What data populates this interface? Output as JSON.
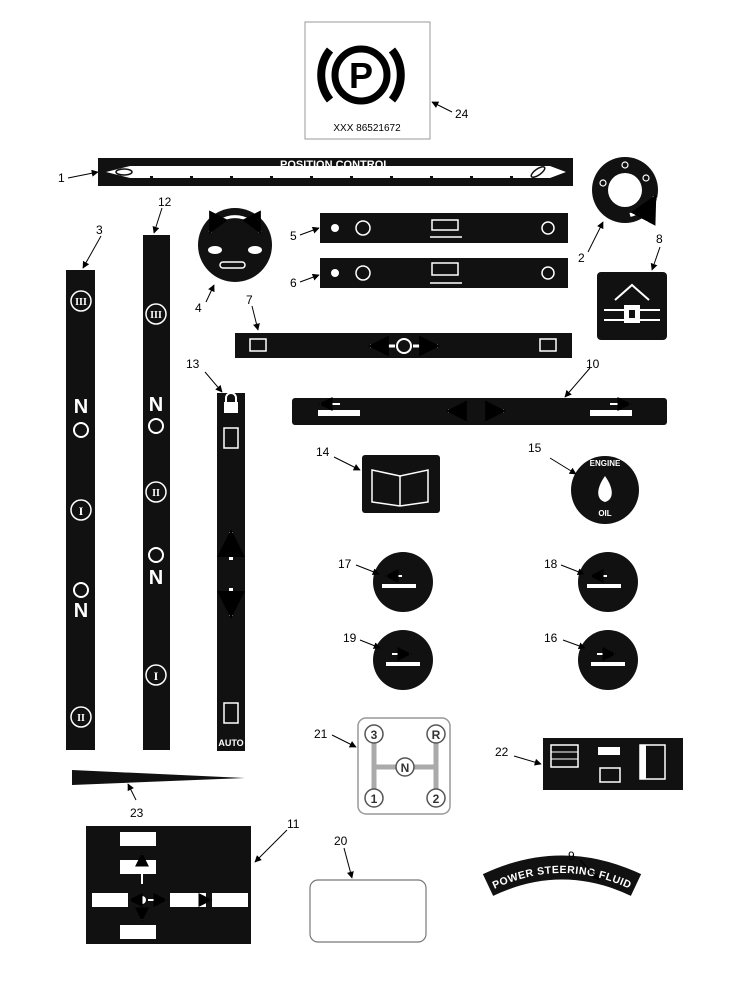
{
  "colors": {
    "decal": "#111111",
    "ink": "#000000",
    "paper": "#ffffff",
    "grey": "#bbbbbb"
  },
  "decals": {
    "parking_brake": {
      "symbol": "P",
      "code": "XXX   86521672"
    },
    "position_control": {
      "text": "POSITION CONTROL"
    },
    "engine_oil": {
      "top": "ENGINE",
      "bottom": "OIL"
    },
    "power_steering": {
      "text": "POWER STEERING FLUID"
    },
    "auto": {
      "text": "AUTO"
    },
    "gear_pattern": {
      "gears": [
        "3",
        "R",
        "N",
        "1",
        "2"
      ]
    },
    "range_strip_3": {
      "labels": [
        "III",
        "N",
        "I",
        "N",
        "II"
      ]
    },
    "range_strip_12": {
      "labels": [
        "III",
        "N",
        "II",
        "N",
        "I"
      ]
    }
  },
  "callouts": {
    "c1": "1",
    "c2": "2",
    "c3": "3",
    "c4": "4",
    "c5": "5",
    "c6": "6",
    "c7": "7",
    "c8": "8",
    "c9": "9",
    "c10": "10",
    "c11": "11",
    "c12": "12",
    "c13": "13",
    "c14": "14",
    "c15": "15",
    "c16": "16",
    "c17": "17",
    "c18": "18",
    "c19": "19",
    "c20": "20",
    "c21": "21",
    "c22": "22",
    "c23": "23",
    "c24": "24"
  }
}
